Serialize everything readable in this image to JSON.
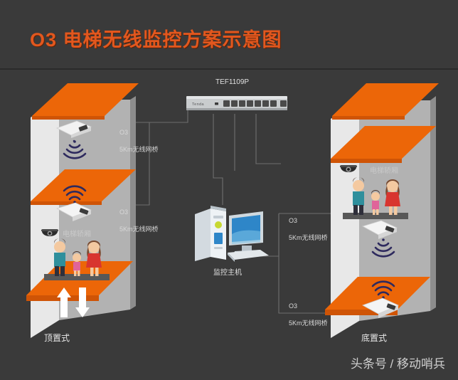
{
  "header": {
    "title": "O3 电梯无线监控方案示意图"
  },
  "switch": {
    "model": "TEF1109P",
    "brand": "Tenda",
    "poe_ports": 8,
    "uplink_ports": 1
  },
  "host": {
    "label": "监控主机"
  },
  "bridges": [
    {
      "id": "left-top",
      "line1": "O3",
      "line2": "5Km无线网桥"
    },
    {
      "id": "left-car",
      "line1": "O3",
      "line2": "5Km无线网桥"
    },
    {
      "id": "right-car",
      "line1": "O3",
      "line2": "5Km无线网桥"
    },
    {
      "id": "right-bottom",
      "line1": "O3",
      "line2": "5Km无线网桥"
    }
  ],
  "towers": {
    "left": {
      "caption": "顶置式",
      "car_label": "电梯轿厢"
    },
    "right": {
      "caption": "底置式",
      "car_label": "电梯轿厢"
    }
  },
  "colors": {
    "background": "#3a3a3a",
    "accent_orange": "#e2571e",
    "slab_orange": "#ec6608",
    "wall_grey": "#adadad",
    "wall_light": "#e3e3e3",
    "wifi_navy": "#2e2a5e",
    "text_light": "#d8d8d8"
  },
  "watermark": "头条号 / 移动哨兵"
}
